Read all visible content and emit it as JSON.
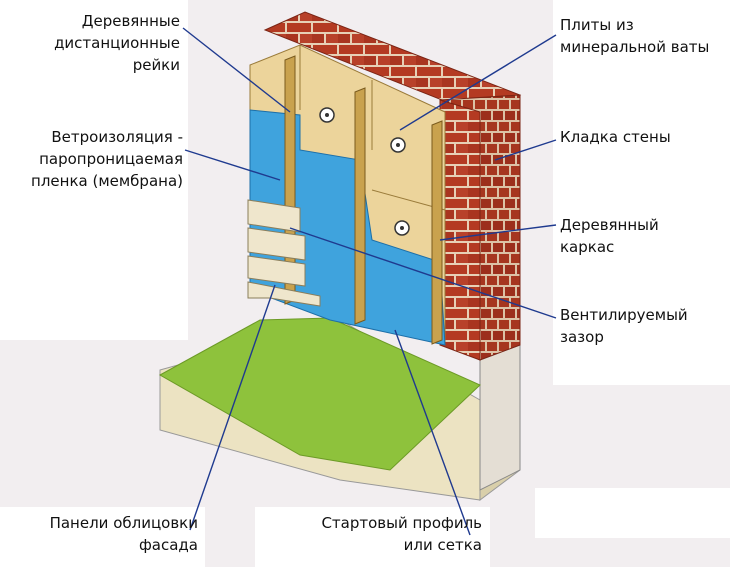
{
  "diagram": {
    "labels": {
      "spacer_rails": "Деревянные\nдистанционные\nрейки",
      "wind_insulation": "Ветроизоляция -\nпаропроницаемая\nпленка (мембрана)",
      "mineral_wool": "Плиты из\nминеральной ваты",
      "wall_masonry": "Кладка стены",
      "wood_frame": "Деревянный\nкаркас",
      "ventilated_gap": "Вентилируемый\nзазор",
      "facade_panels": "Панели облицовки\nфасада",
      "starter_profile": "Стартовый профиль\nили сетка"
    },
    "colors": {
      "brick": "#b43a22",
      "mortar": "#e9d2b9",
      "membrane": "#3fa3dd",
      "wool": "#ecd49b",
      "rail": "#c9a24e",
      "siding": "#efe6cc",
      "ground_top": "#8ec23c",
      "base": "#e9e0bc",
      "leader": "#1f3a8f"
    }
  }
}
